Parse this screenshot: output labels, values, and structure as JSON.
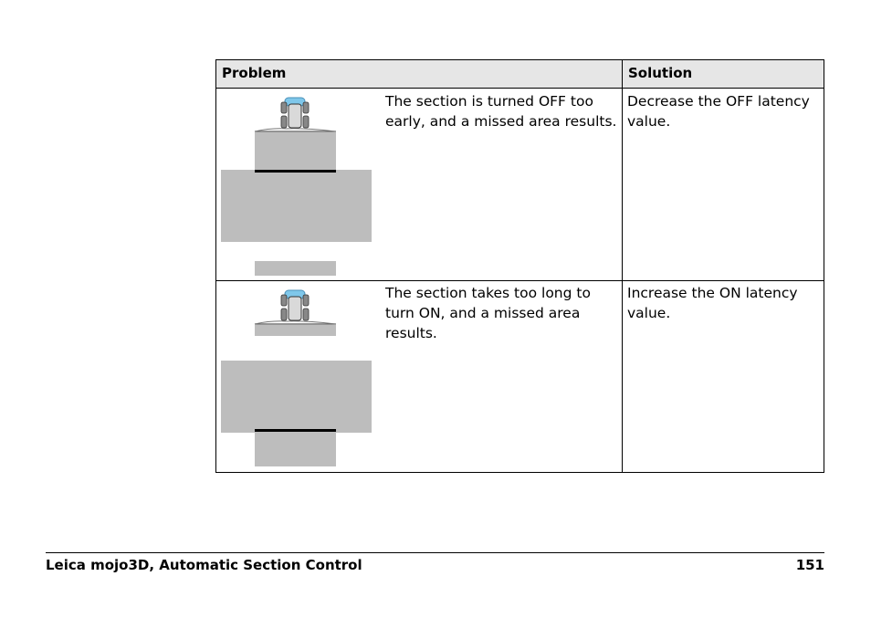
{
  "table": {
    "header": {
      "problem": "Problem",
      "solution": "Solution"
    },
    "rows": [
      {
        "problem_text": "The section is turned OFF too early, and a missed area results.",
        "solution_text": "Decrease the OFF latency value.",
        "illustration": "tractor-section-off-early-icon"
      },
      {
        "problem_text": "The section takes too long to turn ON, and a missed area results.",
        "solution_text": "Increase the ON latency value.",
        "illustration": "tractor-section-on-late-icon"
      }
    ]
  },
  "footer": {
    "title": "Leica mojo3D, Automatic Section Control",
    "page_number": "151"
  },
  "colors": {
    "header_bg": "#e6e6e6",
    "area_gray": "#bdbdbd",
    "tractor_blue": "#7fc7ea"
  }
}
